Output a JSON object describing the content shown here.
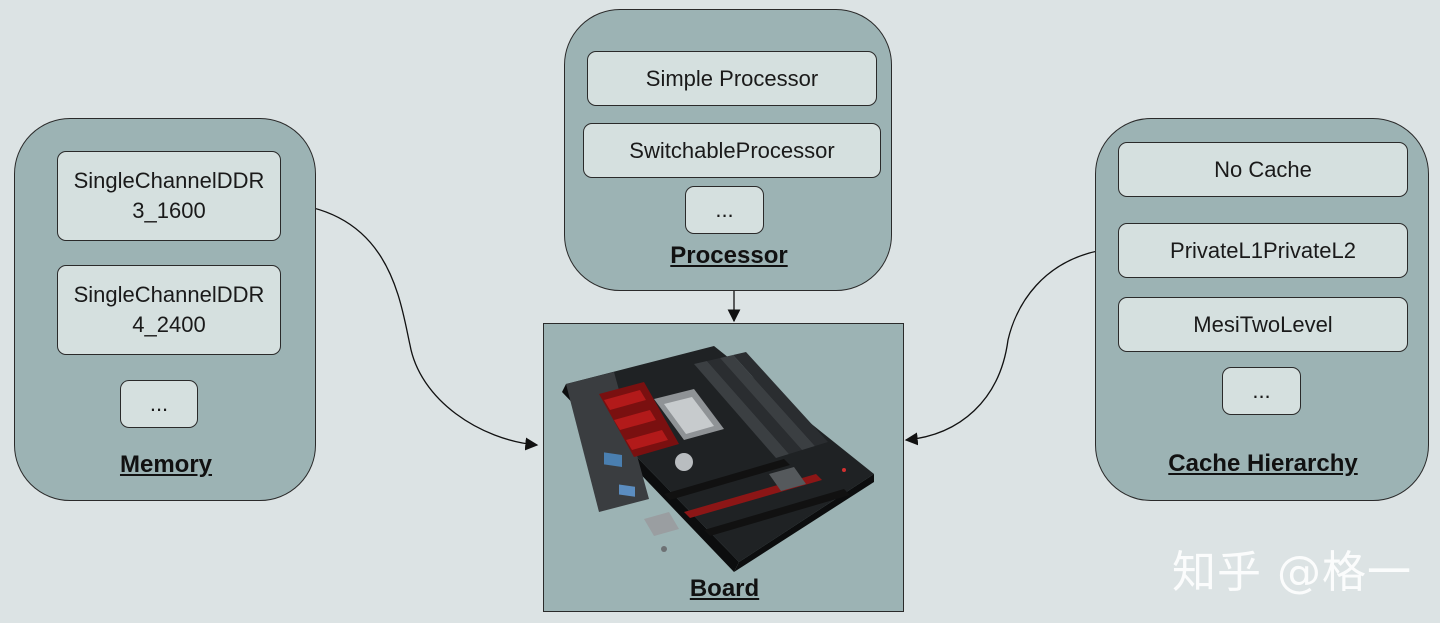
{
  "memory": {
    "label": "Memory",
    "items": [
      "SingleChannelDDR\n3_1600",
      "SingleChannelDDR\n4_2400",
      "..."
    ]
  },
  "processor": {
    "label": "Processor",
    "items": [
      "Simple Processor",
      "SwitchableProcessor",
      "..."
    ]
  },
  "cache": {
    "label": "Cache Hierarchy",
    "items": [
      "No Cache",
      "PrivateL1PrivateL2",
      "MesiTwoLevel",
      "..."
    ]
  },
  "board": {
    "label": "Board"
  },
  "watermark": "知乎 @格一",
  "colors": {
    "background": "#dce3e4",
    "group_fill": "#9cb3b4",
    "item_fill": "#d5e0df",
    "stroke": "#2a2a2a"
  }
}
